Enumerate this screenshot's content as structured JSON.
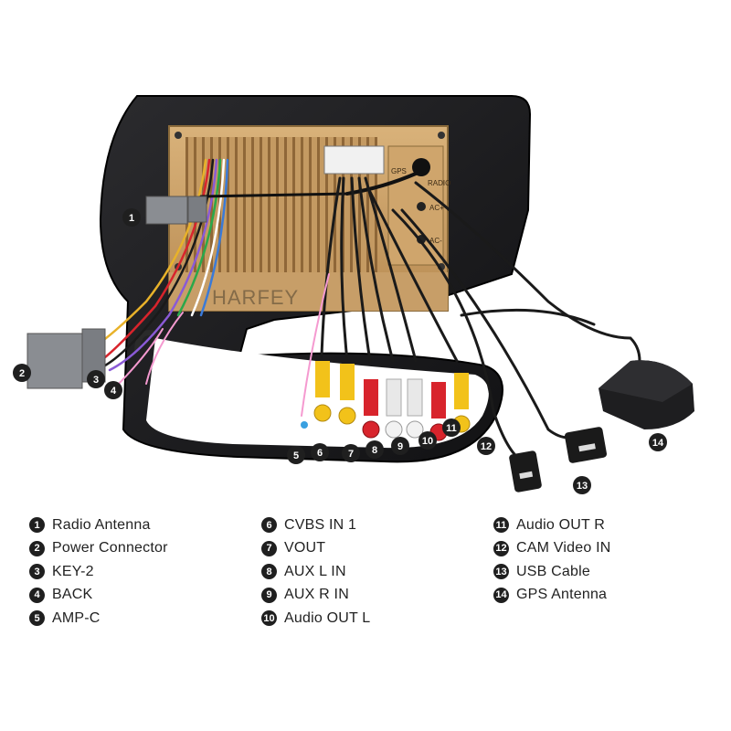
{
  "brand": {
    "watermark": "HARFEY"
  },
  "unit_labels": {
    "radio": "RADIO",
    "gps": "GPS",
    "port_a": "AC+",
    "port_b": "AC-"
  },
  "callouts": [
    {
      "num": "1",
      "label": "Radio Antenna"
    },
    {
      "num": "2",
      "label": "Power Connector"
    },
    {
      "num": "3",
      "label": "KEY-2"
    },
    {
      "num": "4",
      "label": "BACK"
    },
    {
      "num": "5",
      "label": "AMP-C"
    },
    {
      "num": "6",
      "label": "CVBS IN 1"
    },
    {
      "num": "7",
      "label": "VOUT"
    },
    {
      "num": "8",
      "label": "AUX L IN"
    },
    {
      "num": "9",
      "label": "AUX R IN"
    },
    {
      "num": "10",
      "label": "Audio OUT L"
    },
    {
      "num": "11",
      "label": "Audio OUT R"
    },
    {
      "num": "12",
      "label": "CAM Video IN"
    },
    {
      "num": "13",
      "label": "USB Cable"
    },
    {
      "num": "14",
      "label": "GPS Antenna"
    }
  ],
  "colors": {
    "bezel": "#1c1c1e",
    "chassis": "#c9a06a",
    "connector_grey": "#8a8d92",
    "rca_yellow": "#f2c21a",
    "rca_red": "#d8242c",
    "rca_white": "#f2f2f2",
    "badge": "#1f1f1f"
  }
}
